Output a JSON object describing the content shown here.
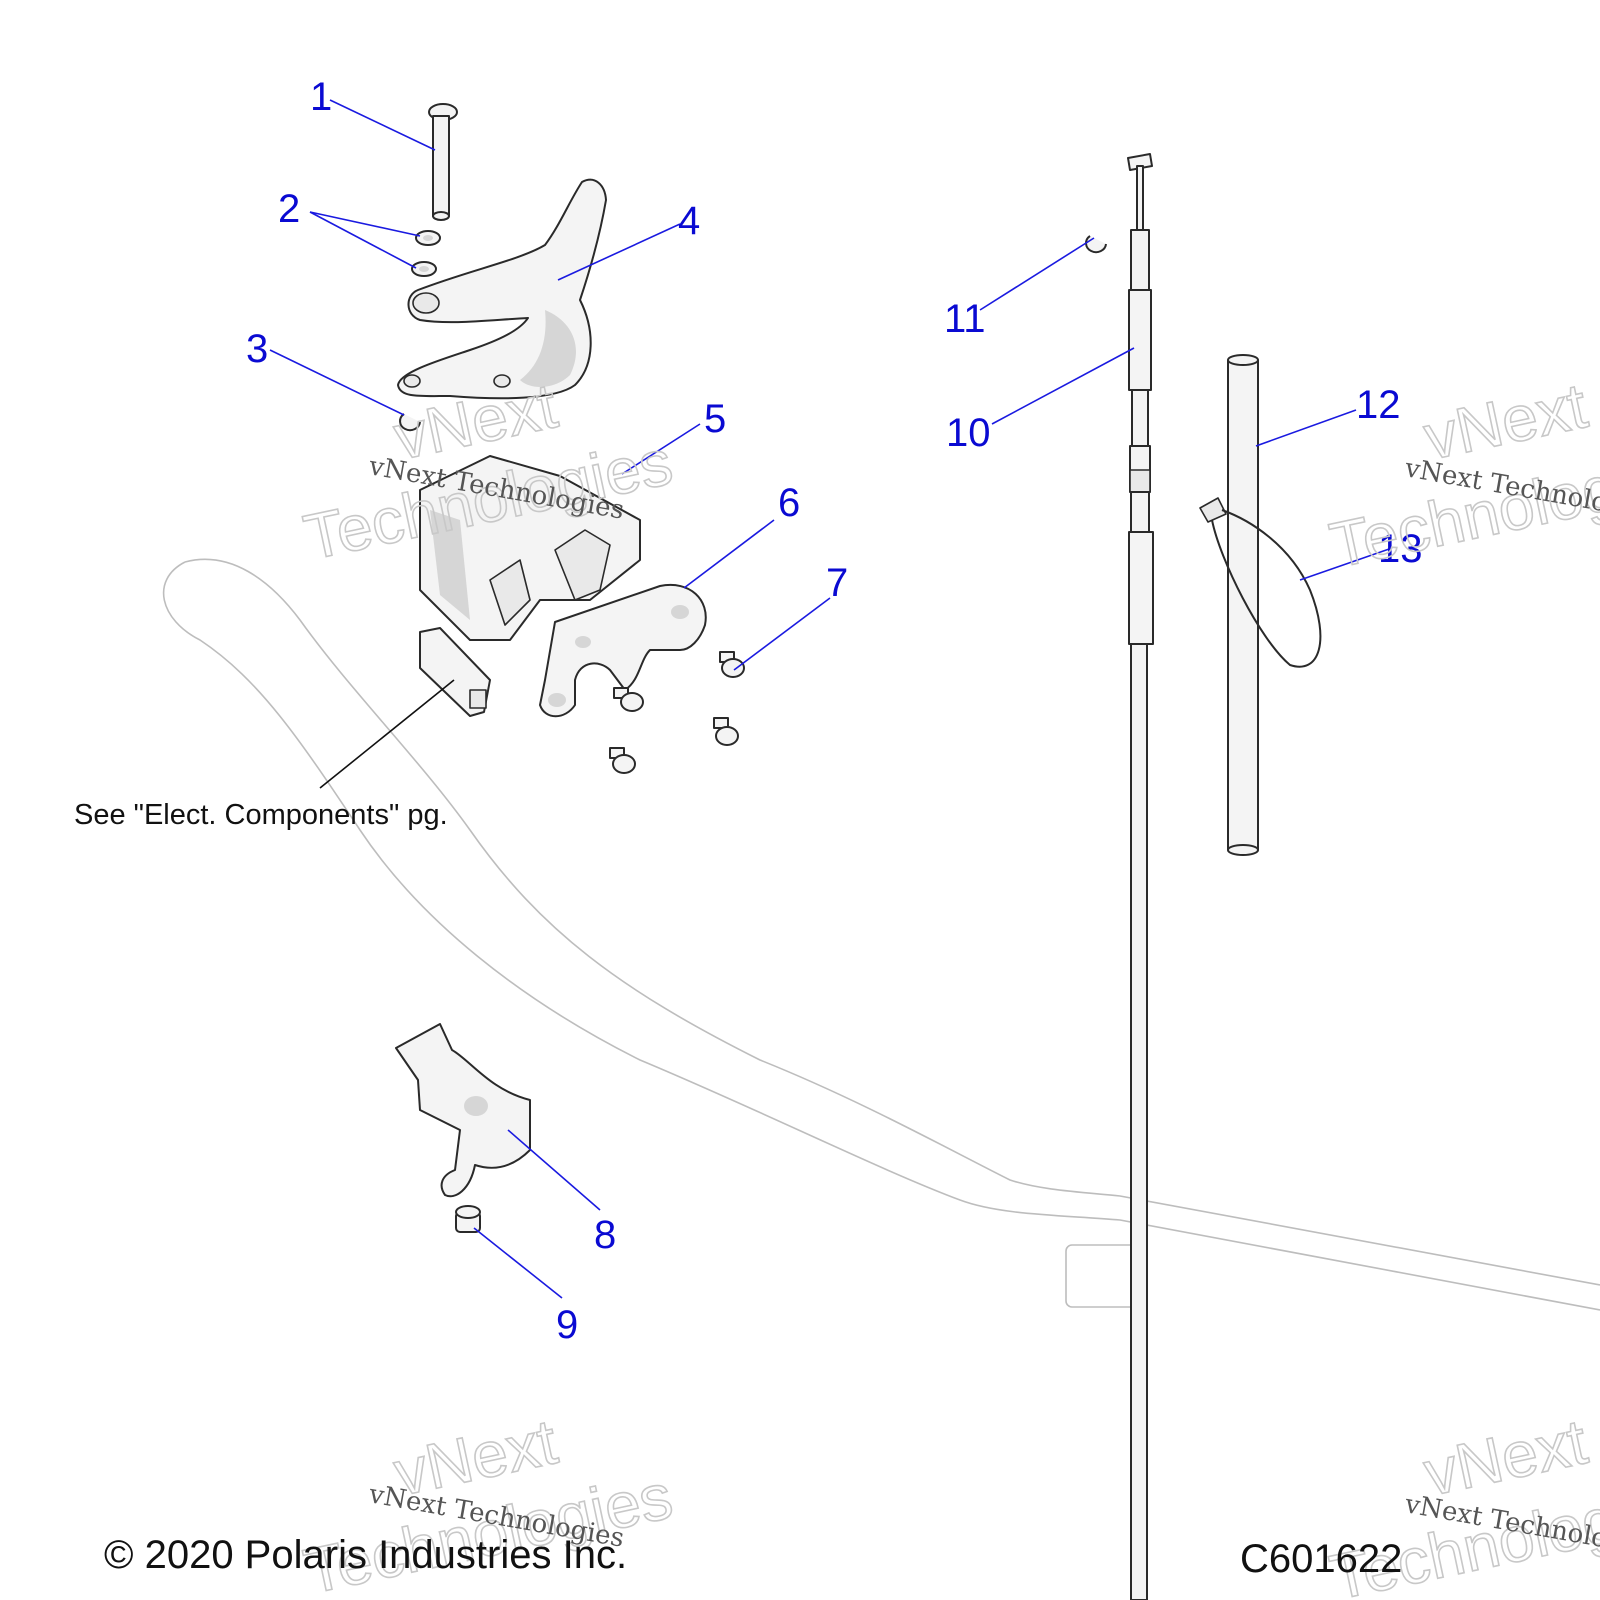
{
  "callouts": [
    "1",
    "2",
    "3",
    "4",
    "5",
    "6",
    "7",
    "8",
    "9",
    "10",
    "11",
    "12",
    "13"
  ],
  "note": "See \"Elect. Components\" pg.",
  "copyright": "© 2020 Polaris Industries Inc.",
  "diagram_id": "C601622",
  "watermark": {
    "line1": "vNext",
    "line2": "Technologies",
    "small": "vNext Technologies"
  },
  "colors": {
    "callout": "#0a0ad2",
    "leader": "#1a1ae0",
    "outline": "#2a2a2a",
    "ghost": "#bdbdbd"
  }
}
